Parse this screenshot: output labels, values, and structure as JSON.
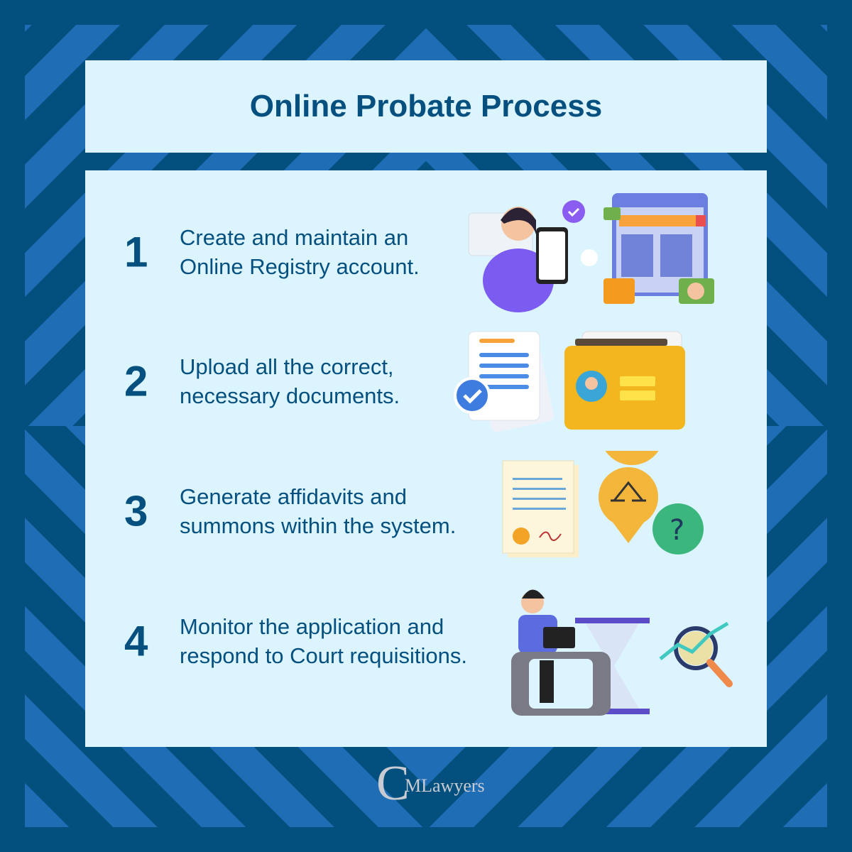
{
  "title": "Online Probate Process",
  "steps": [
    {
      "number": "1",
      "line1": "Create and maintain an",
      "line2": "Online Registry account.",
      "illustration": "woman-phone-browser-icon"
    },
    {
      "number": "2",
      "line1": "Upload all the correct,",
      "line2": "necessary documents.",
      "illustration": "documents-folder-icon"
    },
    {
      "number": "3",
      "line1": "Generate affidavits and",
      "line2": "summons within the system.",
      "illustration": "affidavit-scales-icon"
    },
    {
      "number": "4",
      "line1": "Monitor the application and",
      "line2": "respond to Court requisitions.",
      "illustration": "man-laptop-hourglass-icon"
    }
  ],
  "logo": {
    "letter": "C",
    "text": "MLawyers"
  },
  "colors": {
    "dark_blue": "#03507f",
    "stripe_blue": "#1f6db5",
    "panel": "#dcf4fe",
    "text": "#05507f"
  }
}
